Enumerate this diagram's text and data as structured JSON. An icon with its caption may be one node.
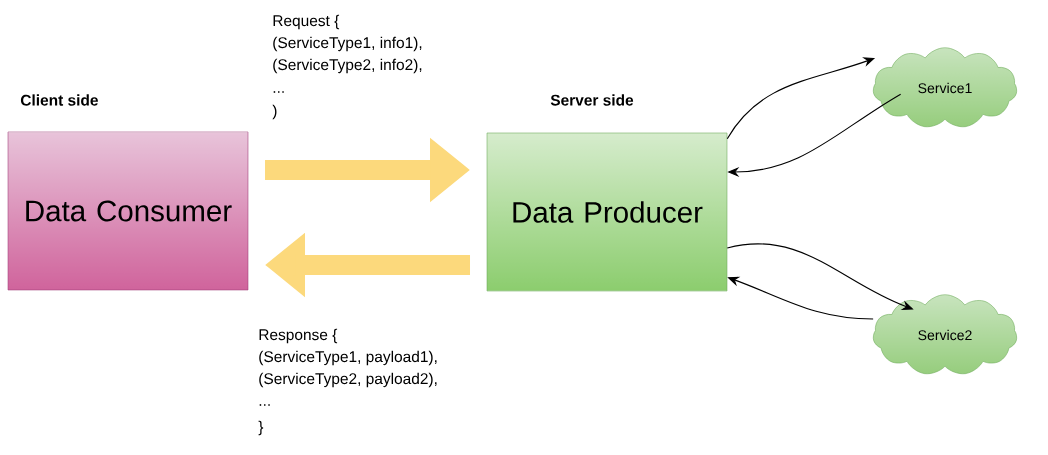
{
  "diagram": {
    "nodes": [
      {
        "text": [
          "Data Consumer"
        ]
      },
      {
        "text": [
          "Data Producer"
        ]
      },
      {
        "text": [
          "Service1"
        ]
      },
      {
        "text": [
          "Service2"
        ]
      }
    ],
    "edges": [
      {
        "from": 0,
        "to": 1,
        "arrow": "to",
        "style": "thick",
        "color": "#fcd97c"
      },
      {
        "from": 1,
        "to": 0,
        "arrow": "to",
        "style": "thick",
        "color": "#fcd97c"
      },
      {
        "from": 1,
        "to": 2,
        "arrow": "to"
      },
      {
        "from": 2,
        "to": 1,
        "arrow": "to"
      },
      {
        "from": 1,
        "to": 3,
        "arrow": "to"
      },
      {
        "from": 3,
        "to": 1,
        "arrow": "to"
      }
    ],
    "labels": [
      "Client side",
      "Request {",
      "(ServiceType1, info1),",
      "(ServiceType2, info2),",
      "...",
      ")",
      "Server side",
      "Response {",
      "(ServiceType1, payload1),",
      "(ServiceType2, payload2),",
      "...",
      "}"
    ]
  }
}
